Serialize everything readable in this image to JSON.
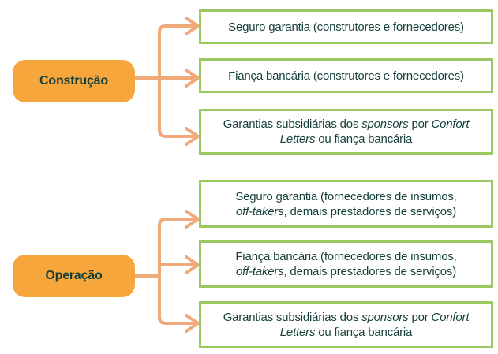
{
  "colors": {
    "orange": "#F7A63C",
    "arrow": "#EFA97B",
    "green-border": "#9CC862",
    "text": "#153F39"
  },
  "diagram": {
    "groups": [
      {
        "label": "Construção",
        "items": [
          {
            "segments": [
              {
                "t": "Seguro garantia (construtores e fornecedores)"
              }
            ]
          },
          {
            "segments": [
              {
                "t": "Fiança bancária (construtores e fornecedores)"
              }
            ]
          },
          {
            "segments": [
              {
                "t": "Garantias subsidiárias dos "
              },
              {
                "t": "sponsors",
                "i": true
              },
              {
                "t": " por "
              },
              {
                "t": "Confort",
                "i": true
              },
              {
                "br": true
              },
              {
                "t": "Letters",
                "i": true
              },
              {
                "t": " ou fiança bancária"
              }
            ]
          }
        ]
      },
      {
        "label": "Operação",
        "items": [
          {
            "segments": [
              {
                "t": "Seguro garantia (fornecedores de insumos,"
              },
              {
                "br": true
              },
              {
                "t": "off-takers",
                "i": true
              },
              {
                "t": ", demais prestadores de serviços)"
              }
            ]
          },
          {
            "segments": [
              {
                "t": "Fiança bancária (fornecedores de insumos,"
              },
              {
                "br": true
              },
              {
                "t": "off-takers",
                "i": true
              },
              {
                "t": ", demais prestadores de serviços)"
              }
            ]
          },
          {
            "segments": [
              {
                "t": "Garantias subsidiárias dos "
              },
              {
                "t": "sponsors",
                "i": true
              },
              {
                "t": " por "
              },
              {
                "t": "Confort",
                "i": true
              },
              {
                "br": true
              },
              {
                "t": "Letters",
                "i": true
              },
              {
                "t": " ou fiança bancária"
              }
            ]
          }
        ]
      }
    ]
  }
}
